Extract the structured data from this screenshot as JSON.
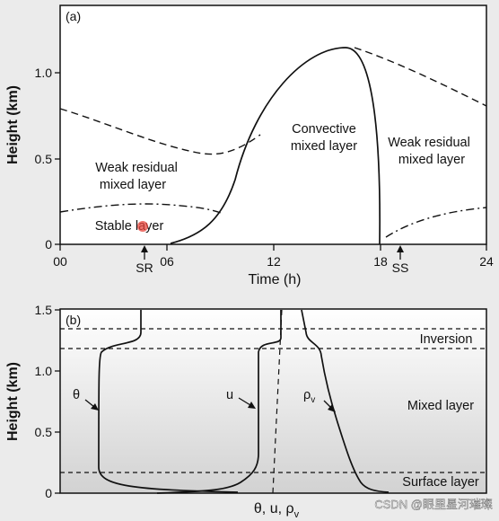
{
  "panel_a": {
    "tag": "(a)",
    "ylabel": "Height (km)",
    "xlabel": "Time (h)",
    "yticks": [
      "0",
      "0.5",
      "1.0"
    ],
    "xticks": [
      "00",
      "06",
      "12",
      "18",
      "24"
    ],
    "markers": {
      "sunrise": "SR",
      "sunset": "SS"
    },
    "regions": {
      "residual_left_1": "Weak residual",
      "residual_left_2": "mixed layer",
      "stable": "Stable layer",
      "convective_1": "Convective",
      "convective_2": "mixed layer",
      "residual_right_1": "Weak residual",
      "residual_right_2": "mixed layer"
    }
  },
  "panel_b": {
    "tag": "(b)",
    "ylabel": "Height (km)",
    "xlabel": "θ, u, ρ",
    "xlabel_sub": "v",
    "yticks": [
      "0",
      "0.5",
      "1.0",
      "1.5"
    ],
    "profiles": {
      "theta": "θ",
      "u": "u",
      "rho": "ρ",
      "rho_sub": "v"
    },
    "layers": {
      "inversion": "Inversion",
      "mixed": "Mixed layer",
      "surface": "Surface layer"
    }
  },
  "watermark": "CSDN @眼里星河璀璨",
  "colors": {
    "marker": "#e8463c",
    "panel_b_bg_top": "#ffffff",
    "panel_b_bg_bottom": "#d4d4d4"
  }
}
